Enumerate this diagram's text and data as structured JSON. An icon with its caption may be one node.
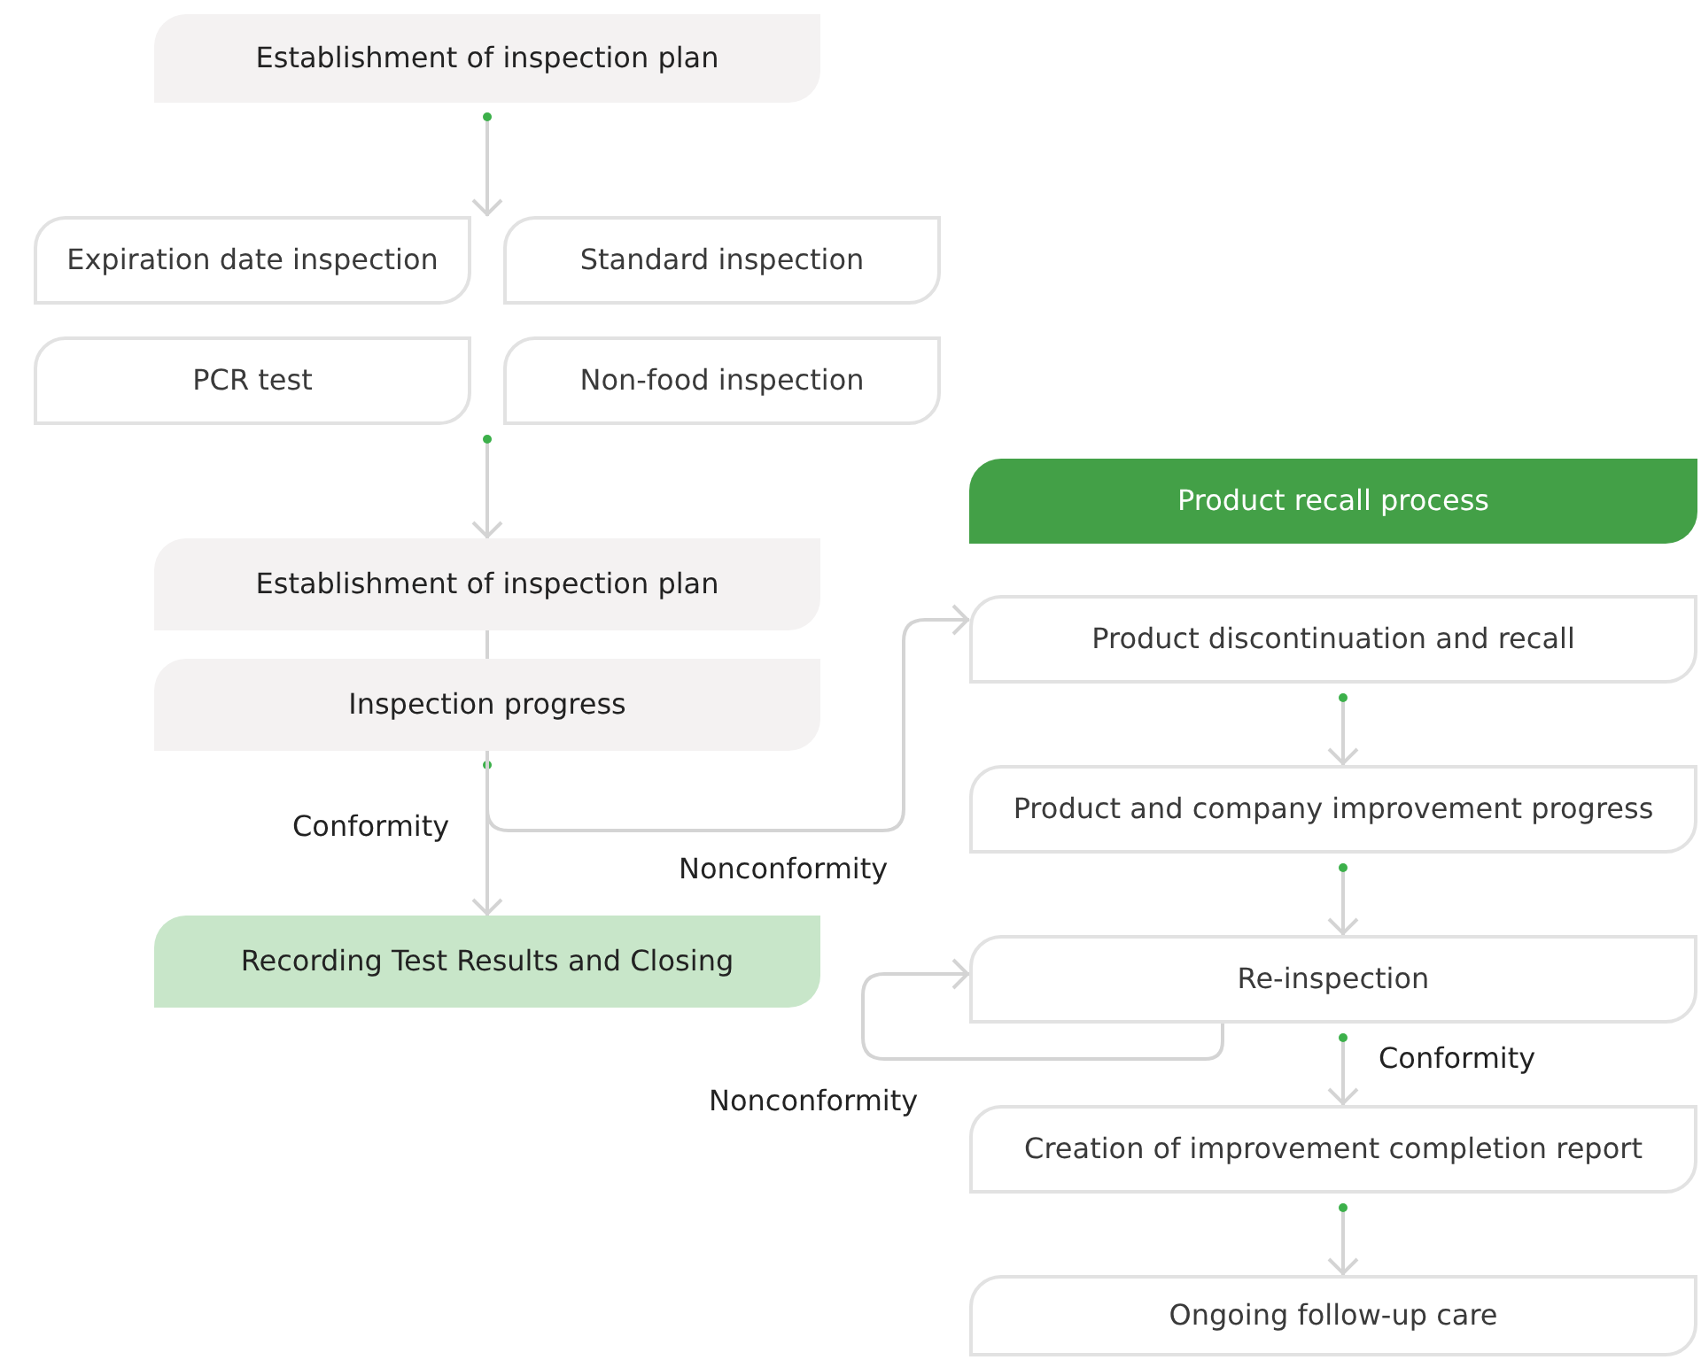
{
  "diagram": {
    "nodes": [
      {
        "text": [
          "Establishment of inspection plan"
        ]
      },
      {
        "text": [
          "Expiration date inspection"
        ]
      },
      {
        "text": [
          "Standard inspection"
        ]
      },
      {
        "text": [
          "PCR test"
        ]
      },
      {
        "text": [
          "Non-food inspection"
        ]
      },
      {
        "text": [
          "Establishment of inspection plan"
        ]
      },
      {
        "text": [
          "Inspection progress"
        ]
      },
      {
        "text": [
          "Recording Test Results and Closing"
        ]
      },
      {
        "text": [
          "Product recall process"
        ]
      },
      {
        "text": [
          "Product discontinuation and recall"
        ]
      },
      {
        "text": [
          "Product and company improvement progress"
        ]
      },
      {
        "text": [
          "Re-inspection"
        ]
      },
      {
        "text": [
          "Creation of improvement completion report"
        ]
      },
      {
        "text": [
          "Ongoing follow-up care"
        ]
      }
    ],
    "edges": [
      {
        "from": 0,
        "to": 1,
        "arrow": "to"
      },
      {
        "from": 0,
        "to": 2,
        "arrow": "to"
      },
      {
        "from": 3,
        "to": 5,
        "arrow": "to"
      },
      {
        "from": 4,
        "to": 5,
        "arrow": "to"
      },
      {
        "from": 5,
        "to": 6,
        "arrow": "none"
      },
      {
        "from": 6,
        "to": 7,
        "arrow": "to",
        "label": "Conformity"
      },
      {
        "from": 6,
        "to": 9,
        "arrow": "to",
        "label": "Nonconformity"
      },
      {
        "from": 9,
        "to": 10,
        "arrow": "to"
      },
      {
        "from": 10,
        "to": 11,
        "arrow": "to"
      },
      {
        "from": 11,
        "to": 12,
        "arrow": "to",
        "label": "Conformity"
      },
      {
        "from": 11,
        "to": 11,
        "arrow": "to",
        "label": "Nonconformity"
      },
      {
        "from": 12,
        "to": 13,
        "arrow": "to"
      }
    ]
  }
}
